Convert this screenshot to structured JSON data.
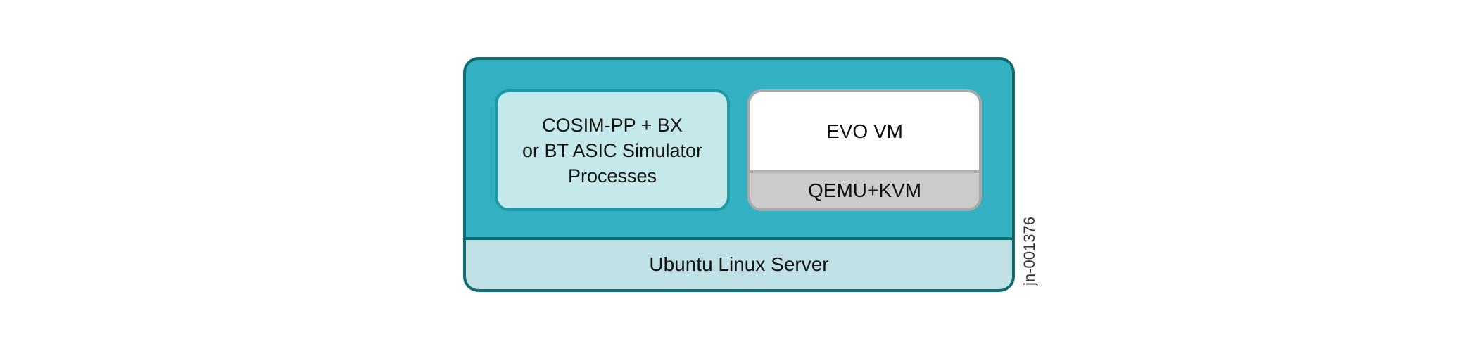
{
  "diagram": {
    "host": {
      "label": "Ubuntu Linux Server"
    },
    "simulator_box": {
      "lines": [
        "COSIM-PP + BX",
        "or BT ASIC Simulator",
        "Processes"
      ]
    },
    "vm_box": {
      "vm_label": "EVO VM",
      "hypervisor_label": "QEMU+KVM"
    },
    "figure_id": "jn-001376",
    "colors": {
      "host_fill": "#33b1c2",
      "host_border": "#0e6b70",
      "base_fill": "#bfe0e4",
      "simulator_fill": "#c5e8ea",
      "simulator_border": "#1a9aa4",
      "vm_fill": "#ffffff",
      "hypervisor_fill": "#cccccc",
      "vm_border": "#a9a9a9"
    }
  }
}
